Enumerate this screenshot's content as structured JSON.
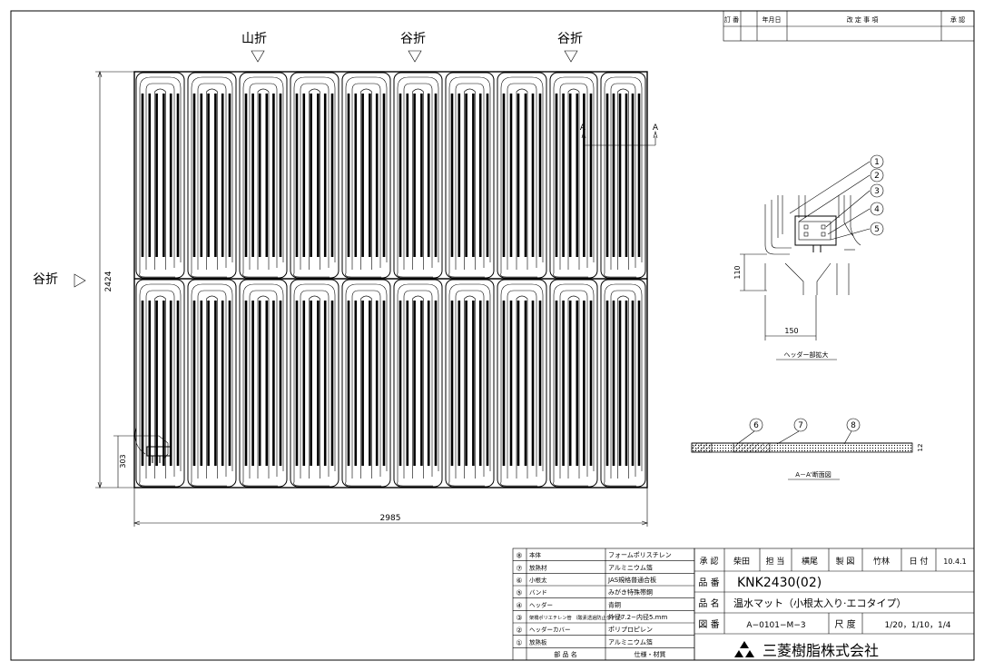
{
  "revision_table": {
    "headers": [
      "訂 番",
      "年月日",
      "改 定 事 項",
      "承 認"
    ]
  },
  "fold_labels": {
    "top": [
      "山折",
      "谷折",
      "谷折"
    ],
    "left": "谷折"
  },
  "dimensions": {
    "width": "2985",
    "height": "2424",
    "header_offset": "303",
    "detail_height": "110",
    "detail_width": "150"
  },
  "section_marker": {
    "left": "A",
    "right": "A"
  },
  "detail": {
    "caption": "ヘッダー部拡大",
    "callouts": [
      "1",
      "2",
      "3",
      "4",
      "5"
    ]
  },
  "section": {
    "caption": "A－A'断面図",
    "callouts": [
      "6",
      "7",
      "8"
    ],
    "thickness": "12"
  },
  "parts_list": {
    "rows": [
      {
        "no": "⑧",
        "name": "本体",
        "spec": "フォームポリスチレン"
      },
      {
        "no": "⑦",
        "name": "放熱材",
        "spec": "アルミニウム箔"
      },
      {
        "no": "⑥",
        "name": "小根太",
        "spec": "JAS規格普通合板"
      },
      {
        "no": "⑤",
        "name": "バンド",
        "spec": "みがき特殊帯鋼"
      },
      {
        "no": "④",
        "name": "ヘッダー",
        "spec": "青銅"
      },
      {
        "no": "③",
        "name": "架橋ポリエチレン管 （酸素透過防止タイプ）",
        "spec": "外径7.2−内径5.mm"
      },
      {
        "no": "②",
        "name": "ヘッダーカバー",
        "spec": "ポリプロピレン"
      },
      {
        "no": "①",
        "name": "放熱板",
        "spec": "アルミニウム箔"
      }
    ],
    "footer": {
      "name": "部 品 名",
      "spec": "仕様・材質"
    }
  },
  "title_block": {
    "approval_label": "承 認",
    "approval_value": "柴田",
    "charge_label": "担 当",
    "charge_value": "横尾",
    "draft_label": "製 図",
    "draft_value": "竹林",
    "date_label": "日 付",
    "date_value": "10.4.1",
    "part_no_label": "品 番",
    "part_no_value": "KNK2430(02)",
    "part_name_label": "品 名",
    "part_name_value": "温水マット（小根太入り·エコタイプ）",
    "drawing_no_label": "図 番",
    "drawing_no_value": "A−0101−M−3",
    "scale_label": "尺 度",
    "scale_value": "1/20，1/10，1/4",
    "company": "三菱樹脂株式会社"
  }
}
